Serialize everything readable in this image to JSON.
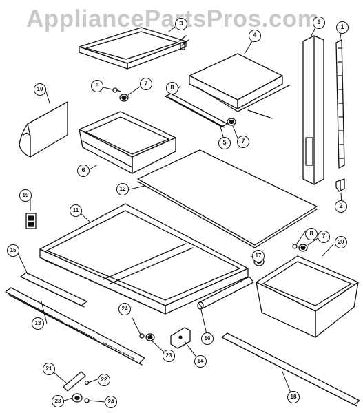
{
  "watermark": "AppliancePartsPros.com",
  "callouts": {
    "c1": "1",
    "c2": "2",
    "c3": "3",
    "c4": "4",
    "c5": "5",
    "c6": "6",
    "c7a": "7",
    "c7b": "7",
    "c7c": "7",
    "c8a": "8",
    "c8b": "8",
    "c8c": "8",
    "c9": "9",
    "c10": "10",
    "c11": "11",
    "c12": "12",
    "c13": "13",
    "c14": "14",
    "c15": "15",
    "c16": "16",
    "c17": "17",
    "c18": "18",
    "c19": "19",
    "c20": "20",
    "c21": "21",
    "c22": "22",
    "c23a": "23",
    "c23b": "23",
    "c24a": "24",
    "c24b": "24"
  }
}
